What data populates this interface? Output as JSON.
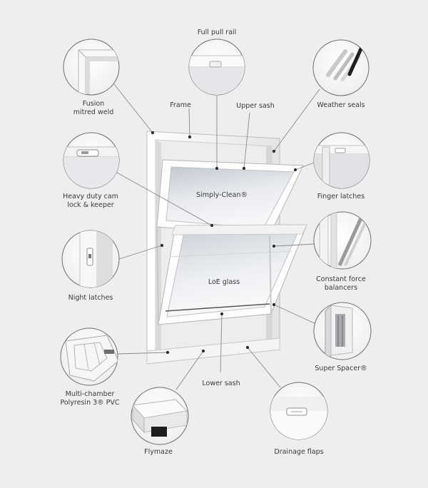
{
  "labels": {
    "full_pull_rail": "Full pull rail",
    "fusion_line1": "Fusion",
    "fusion_line2": "mitred weld",
    "frame": "Frame",
    "upper_sash": "Upper sash",
    "weather_seals": "Weather seals",
    "cam_line1": "Heavy duty cam",
    "cam_line2": "lock & keeper",
    "finger_latches": "Finger latches",
    "night_latches": "Night latches",
    "balancer_line1": "Constant force",
    "balancer_line2": "balancers",
    "super_spacer": "Super Spacer®",
    "pvc_line1": "Multi-chamber",
    "pvc_line2": "Polyresin 3® PVC",
    "lower_sash": "Lower sash",
    "flymaze": "Flymaze",
    "drainage_flaps": "Drainage flaps"
  },
  "glass_labels": {
    "upper": "Simply-Clean®",
    "lower": "LoE glass"
  },
  "colors": {
    "background": "#eeeeee",
    "frame_white": "#fbfbfb",
    "frame_edge": "#b9b9b9",
    "glass_light": "#f5f6f8",
    "glass_dark": "#c7cbd2",
    "leader_line": "#8a8a8a",
    "marker_dot": "#2b2b2b",
    "text": "#3a3a3a"
  },
  "icons": [
    "fusion-weld-icon",
    "pull-rail-icon",
    "weather-seal-icon",
    "cam-lock-icon",
    "finger-latch-icon",
    "night-latch-icon",
    "balancer-icon",
    "pvc-chamber-icon",
    "super-spacer-icon",
    "flymaze-icon",
    "drainage-flap-icon"
  ]
}
